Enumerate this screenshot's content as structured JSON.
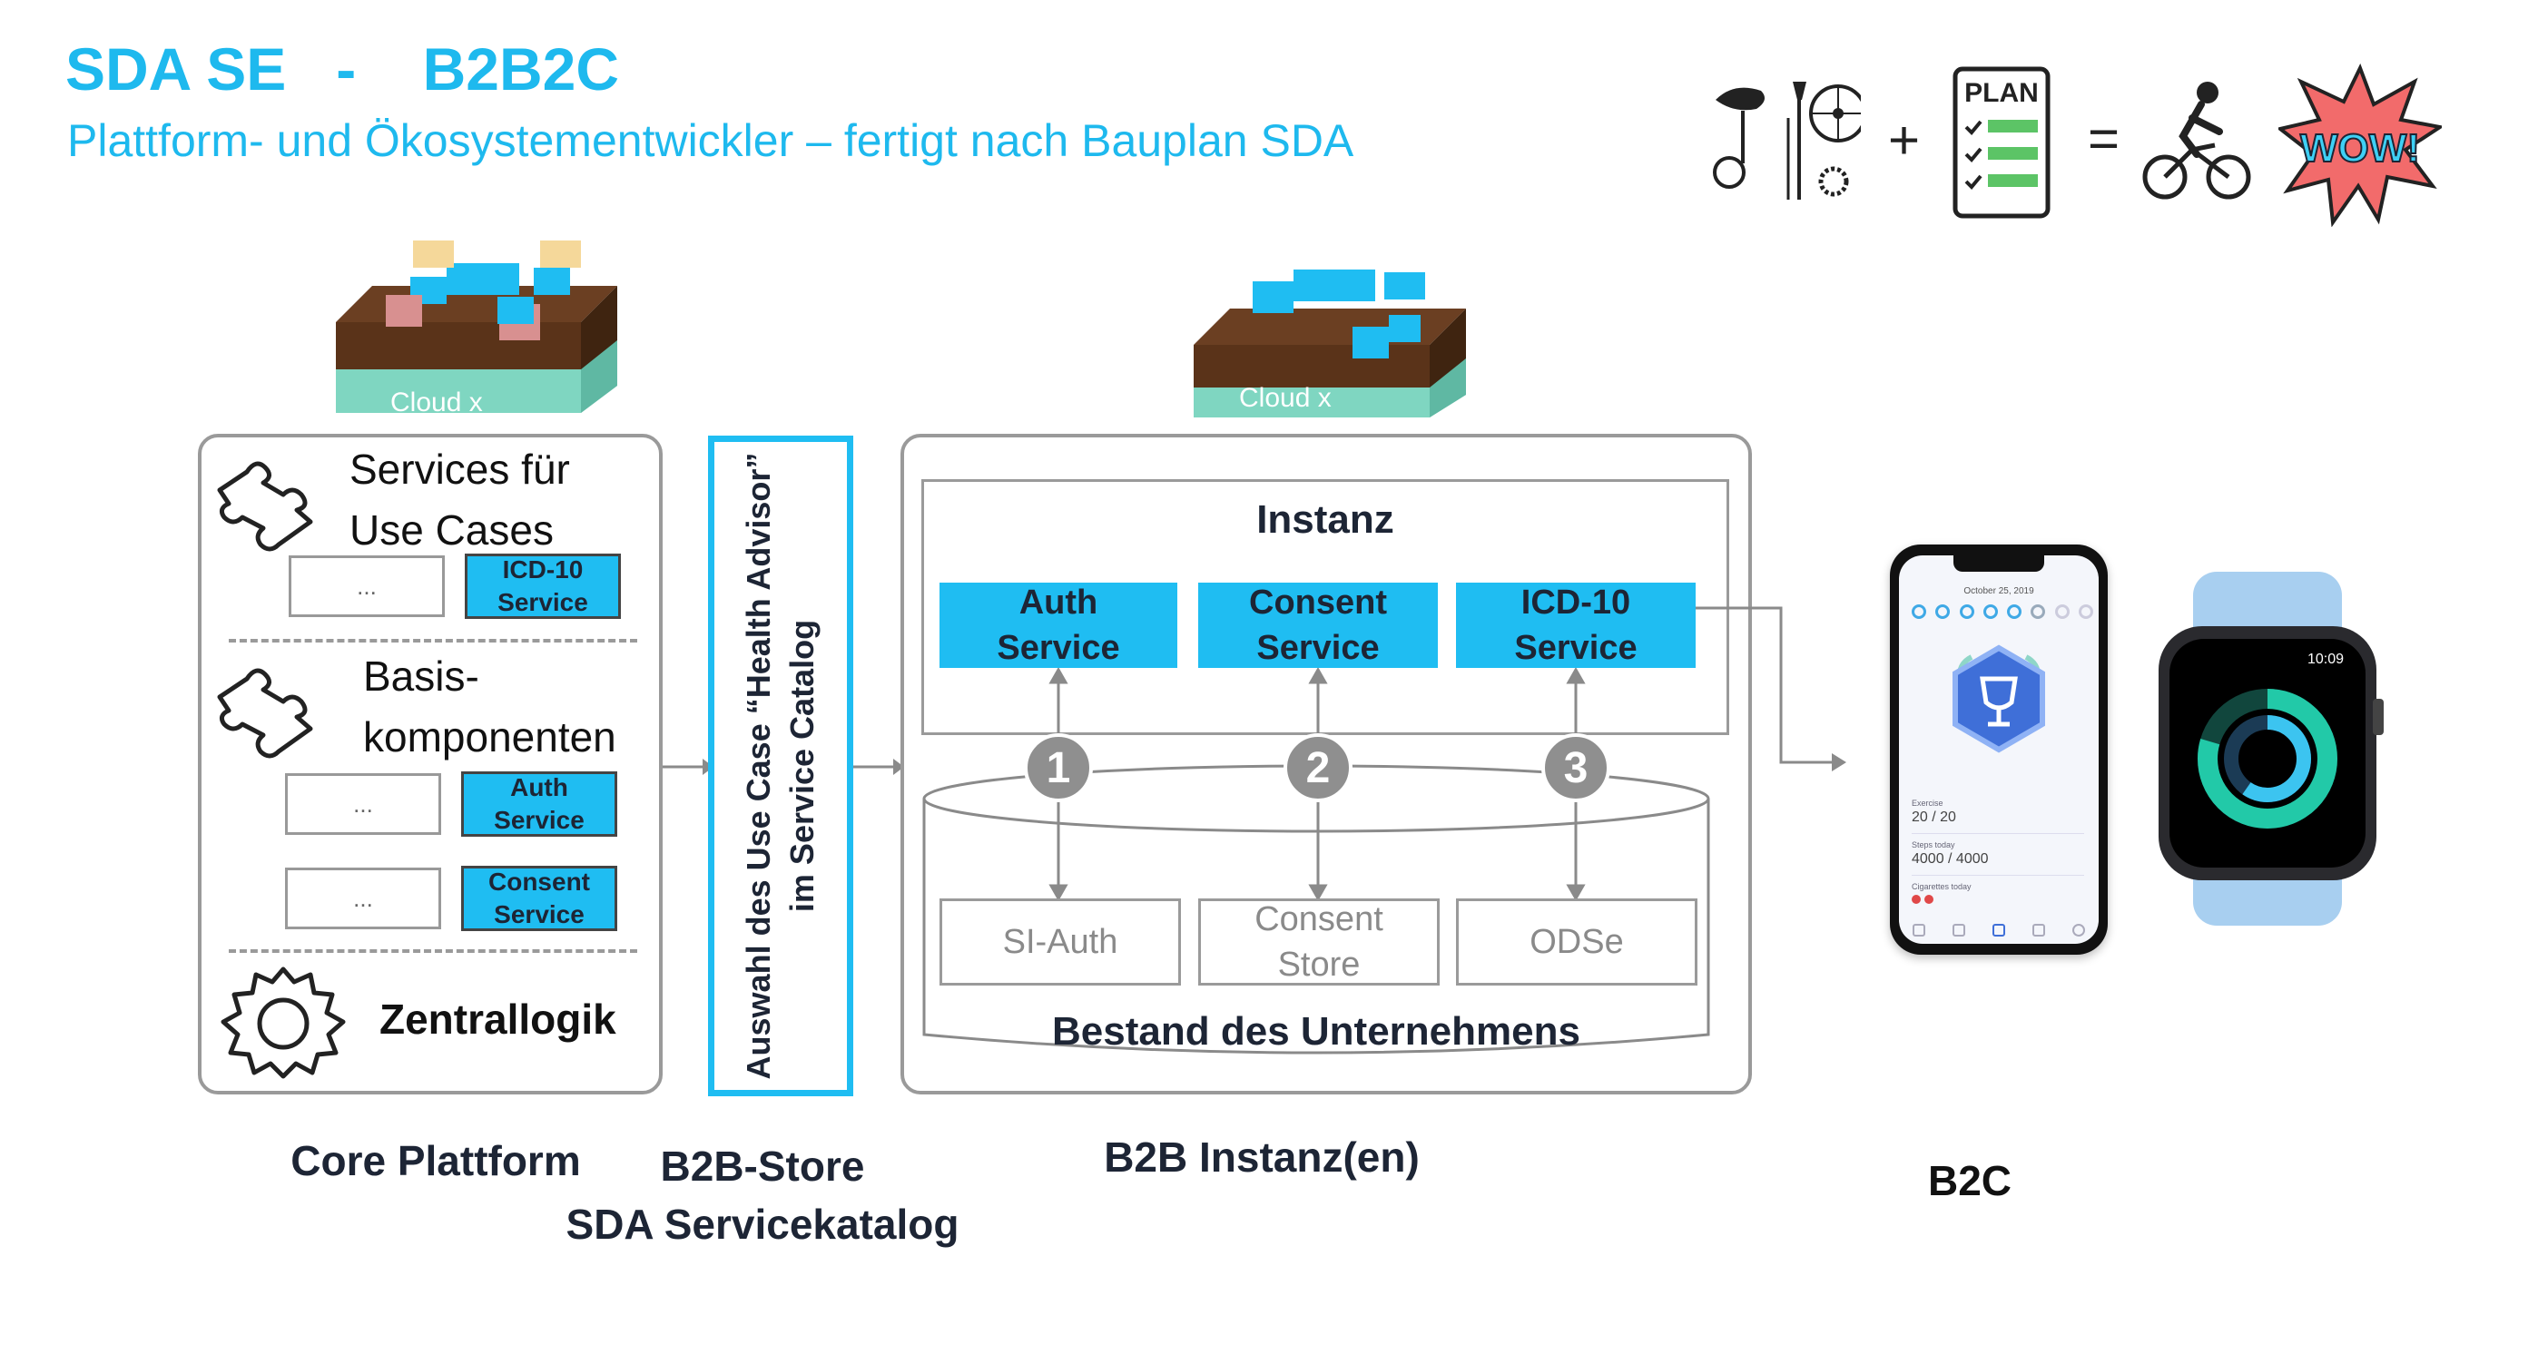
{
  "header": {
    "title": "SDA SE   -    B2B2C",
    "subtitle": "Plattform- und Ökosystementwickler – fertigt nach Bauplan SDA"
  },
  "equation": {
    "plus": "+",
    "equals": "=",
    "plan_label": "PLAN",
    "wow_label": "WOW!"
  },
  "cloud_left": {
    "label": "Cloud x"
  },
  "cloud_right": {
    "label": "Cloud x"
  },
  "core_platform": {
    "caption": "Core Plattform",
    "services_title_line1": "Services für",
    "services_title_line2": "Use Cases",
    "services_placeholder": "...",
    "services_box_line1": "ICD-10",
    "services_box_line2": "Service",
    "basis_line1": "Basis-",
    "basis_line2": "komponenten",
    "basis_placeholder_1": "...",
    "basis_box_1_line1": "Auth",
    "basis_box_1_line2": "Service",
    "basis_placeholder_2": "...",
    "basis_box_2_line1": "Consent",
    "basis_box_2_line2": "Service",
    "zentral": "Zentrallogik"
  },
  "store": {
    "vertical_line1": "Auswahl des Use Case “Health Advisor”",
    "vertical_line2": "im Service Catalog",
    "caption_line1": "B2B-Store",
    "caption_line2": "SDA Servicekatalog"
  },
  "instance": {
    "caption": "B2B Instanz(en)",
    "title": "Instanz",
    "services": [
      {
        "line1": "Auth",
        "line2": "Service",
        "step": "1",
        "backend_line1": "SI-Auth",
        "backend_line2": ""
      },
      {
        "line1": "Consent",
        "line2": "Service",
        "step": "2",
        "backend_line1": "Consent",
        "backend_line2": "Store"
      },
      {
        "line1": "ICD-10",
        "line2": "Service",
        "step": "3",
        "backend_line1": "ODSe",
        "backend_line2": ""
      }
    ],
    "database_label": "Bestand des Unternehmens"
  },
  "b2c": {
    "caption": "B2C",
    "phone": {
      "date": "October 25, 2019",
      "exercise_label": "Exercise",
      "exercise_value": "20 / 20",
      "steps_label": "Steps today",
      "steps_value": "4000 / 4000",
      "cigarettes_label": "Cigarettes today"
    },
    "watch": {
      "time": "10:09"
    }
  },
  "colors": {
    "accent": "#1eb9ee",
    "service_blue": "#1fbdf2",
    "navy_text": "#1d2535",
    "grey_border": "#9a9a9a",
    "earth": "#6b3f22",
    "mint": "#7fd6c1"
  }
}
